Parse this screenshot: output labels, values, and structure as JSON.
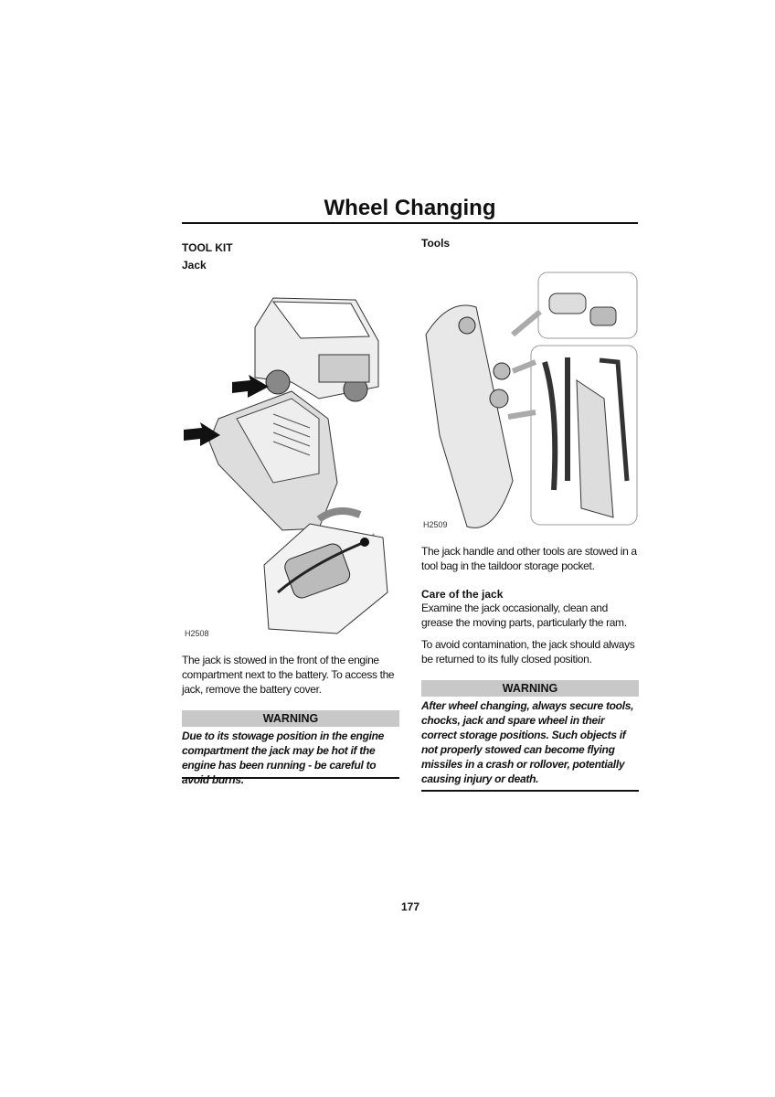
{
  "page_title": "Wheel Changing",
  "left": {
    "section_heading": "TOOL KIT",
    "sub_heading": "Jack",
    "figure_code": "H2508",
    "body": "The jack is stowed in the front of the engine compartment next to the battery.  To access the jack, remove the battery cover.",
    "warning_label": "WARNING",
    "warning_text": "Due to its stowage position in the engine compartment the jack may be hot if the engine has been running - be careful to avoid burns."
  },
  "right": {
    "sub_heading": "Tools",
    "figure_code": "H2509",
    "body": "The jack handle and other tools are stowed in a tool bag in the taildoor storage pocket.",
    "care_heading": "Care of the jack",
    "care_text": "Examine the jack occasionally, clean and grease the moving parts, particularly the ram.",
    "contamination_text": "To avoid contamination, the jack should always be returned to its fully closed position.",
    "warning_label": "WARNING",
    "warning_text": "After wheel changing, always secure tools, chocks, jack and spare wheel in their correct storage positions. Such objects if not properly stowed can become flying missiles in a crash or rollover, potentially causing injury or death."
  },
  "page_number": "177"
}
